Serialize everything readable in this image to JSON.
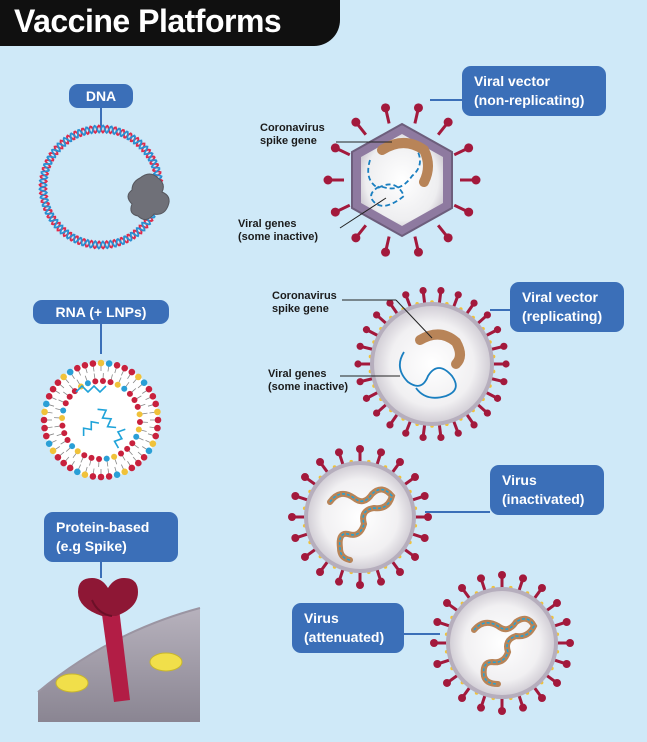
{
  "title": "Vaccine Platforms",
  "labels": {
    "dna": "DNA",
    "rna": "RNA (+ LNPs)",
    "protein": {
      "line1": "Protein-based",
      "line2": "(e.g Spike)"
    },
    "viral_vector_nonrep": {
      "line1": "Viral vector",
      "line2": "(non-replicating)"
    },
    "viral_vector_rep": {
      "line1": "Viral vector",
      "line2": "(replicating)"
    },
    "virus_inactivated": {
      "line1": "Virus",
      "line2": "(inactivated)"
    },
    "virus_attenuated": {
      "line1": "Virus",
      "line2": "(attenuated)"
    }
  },
  "annotations": {
    "nonrep_spike": {
      "line1": "Coronavirus",
      "line2": "spike gene"
    },
    "nonrep_genes": {
      "line1": "Viral genes",
      "line2": "(some inactive)"
    },
    "rep_spike": {
      "line1": "Coronavirus",
      "line2": "spike gene"
    },
    "rep_genes": {
      "line1": "Viral genes",
      "line2": "(some inactive)"
    }
  },
  "colors": {
    "background": "#cfe9f8",
    "label_blue": "#3b6fb8",
    "spike_red": "#a3193c",
    "envelope_purple": "#8e7aa0",
    "dna_red": "#e02a4a",
    "dna_blue": "#2a8fd1",
    "gene_brown": "#b88458"
  }
}
